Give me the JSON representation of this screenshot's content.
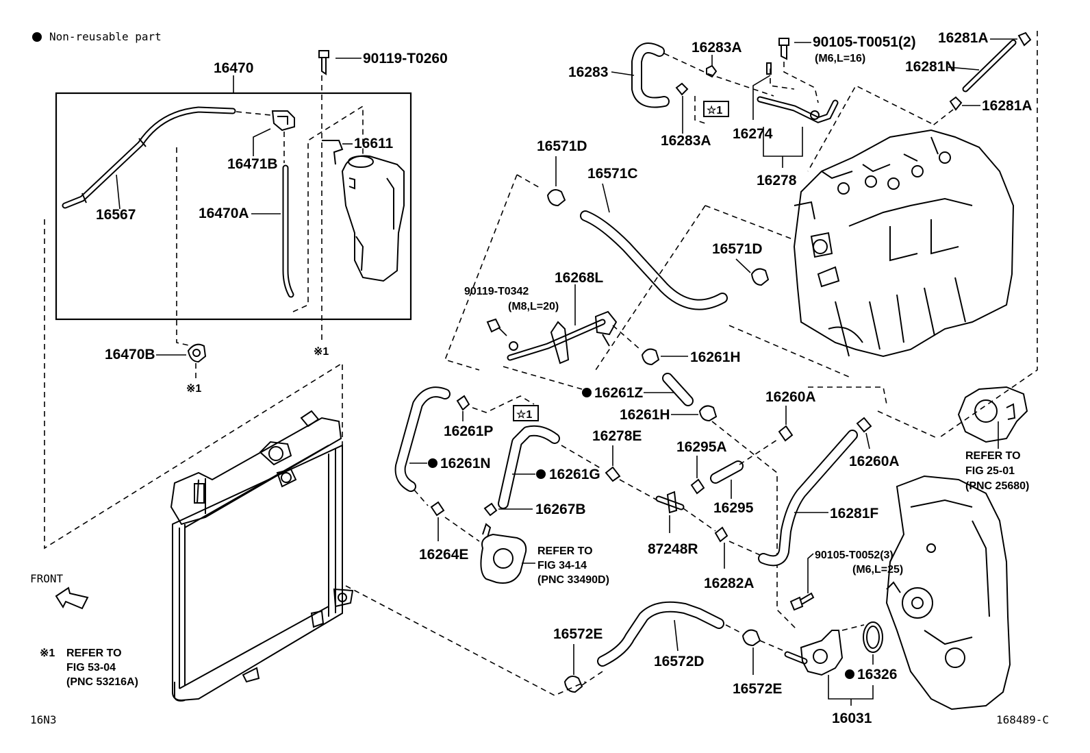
{
  "legend": {
    "dot_label": "Non-reusable part"
  },
  "orientation": {
    "front_label": "FRONT"
  },
  "footnote": {
    "mark": "※1",
    "line1": "REFER TO",
    "line2": "FIG 53-04",
    "line3": "(PNC 53216A)"
  },
  "codes": {
    "left": "16N3",
    "right": "168489-C"
  },
  "callouts": {
    "c16470": "16470",
    "c90119_T0260": "90119-T0260",
    "c16611": "16611",
    "c16471B": "16471B",
    "c16567": "16567",
    "c16470A": "16470A",
    "c16470B": "16470B",
    "x1a": "※1",
    "x1b": "※1",
    "c16283": "16283",
    "c16283A_top": "16283A",
    "c16283A_bot": "16283A",
    "star1_a": "☆1",
    "c90105_T0051": "90105-T0051(2)",
    "c90105_T0051_spec": "(M6,L=16)",
    "c16274": "16274",
    "c16278": "16278",
    "c16281A_top": "16281A",
    "c16281N": "16281N",
    "c16281A_mid": "16281A",
    "c16571D_top": "16571D",
    "c16571C": "16571C",
    "c16571D_mid": "16571D",
    "c90119_T0342": "90119-T0342",
    "c90119_T0342_spec": "(M8,L=20)",
    "c16268L": "16268L",
    "c16261H_top": "16261H",
    "c16261Z": "16261Z",
    "c16261H_bot": "16261H",
    "star1_b": "☆1",
    "c16261P": "16261P",
    "c16261N": "16261N",
    "c16261G": "16261G",
    "c16278E": "16278E",
    "c16267B": "16267B",
    "c16264E": "16264E",
    "c16295A": "16295A",
    "c16295": "16295",
    "c87248R": "87248R",
    "c16282A": "16282A",
    "c16260A_top": "16260A",
    "c16260A_bot": "16260A",
    "c16281F": "16281F",
    "c90105_T0052": "90105-T0052(3)",
    "c90105_T0052_spec": "(M6,L=25)",
    "c16572E_left": "16572E",
    "c16572D": "16572D",
    "c16572E_right": "16572E",
    "c16326": "16326",
    "c16031": "16031"
  },
  "references": {
    "fig34": {
      "line1": "REFER TO",
      "line2": "FIG 34-14",
      "line3": "(PNC 33490D)"
    },
    "fig25": {
      "line1": "REFER TO",
      "line2": "FIG 25-01",
      "line3": "(PNC 25680)"
    }
  }
}
